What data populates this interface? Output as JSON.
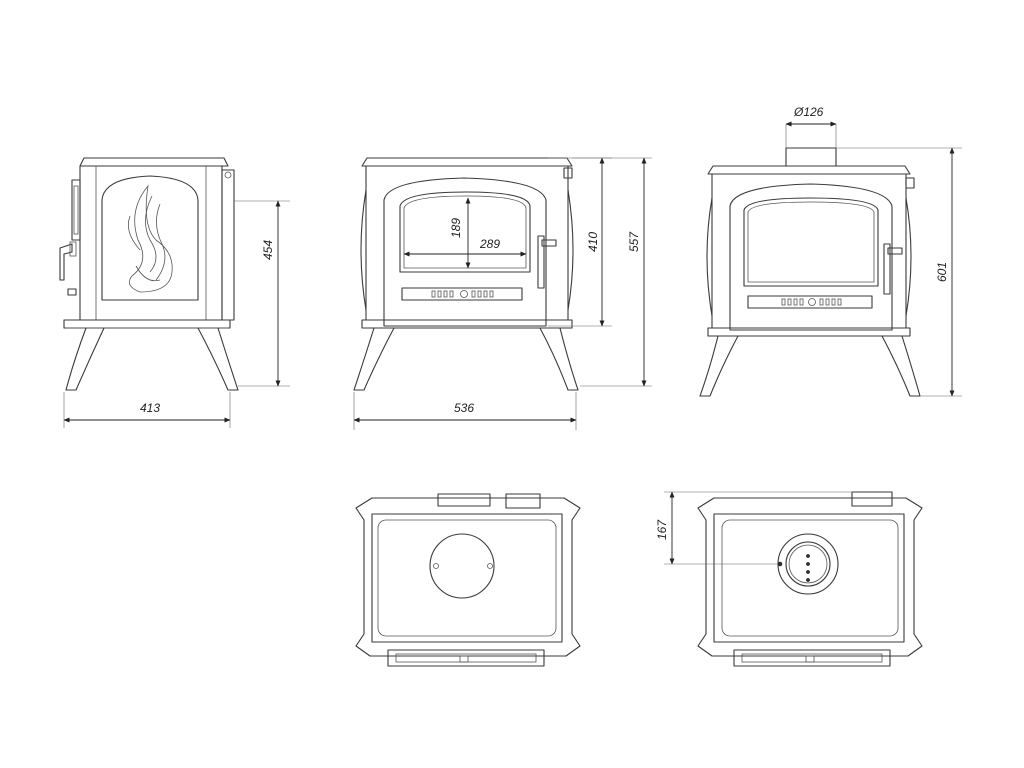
{
  "dimensions": {
    "side_depth": "413",
    "side_height": "454",
    "front_width": "536",
    "front_glass_height": "189",
    "front_glass_width": "289",
    "front_door_height": "410",
    "front_total_height": "557",
    "flue_diameter": "Ø126",
    "rear_total_height": "601",
    "top_flue_offset": "167"
  },
  "colors": {
    "line": "#3a3a3a",
    "background": "#ffffff"
  }
}
